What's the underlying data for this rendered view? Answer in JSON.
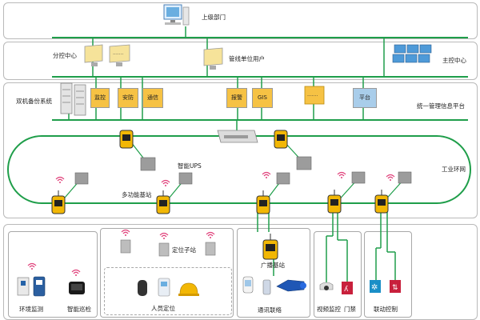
{
  "labels": {
    "top_dept": "上级部门",
    "sub_center": "分控中心",
    "pipeline_user": "管线单位用户",
    "main_center": "主控中心",
    "dual_backup": "双机备份系统",
    "unified_platform": "统一管理信息平台",
    "smart_ups": "智能UPS",
    "multi_station": "多功能基站",
    "industrial_ring": "工业环网",
    "locate_substation": "定位子站",
    "broadcast_station": "广播基站",
    "env_monitor": "环境监测",
    "smart_patrol": "智能巡检",
    "personnel_locate": "人员定位",
    "comm_link": "通讯联络",
    "video_monitor": "视频监控",
    "access_control": "门禁",
    "linkage_control": "联动控制"
  },
  "modules": {
    "monitor": "监控",
    "security": "安防",
    "comm": "通信",
    "alarm": "报警",
    "gis": "GIS",
    "platform": "平台"
  },
  "colors": {
    "line": "#1f9e4a",
    "module": "#f6c244",
    "platform_module": "#a9cdea",
    "device": "#f2b705"
  }
}
